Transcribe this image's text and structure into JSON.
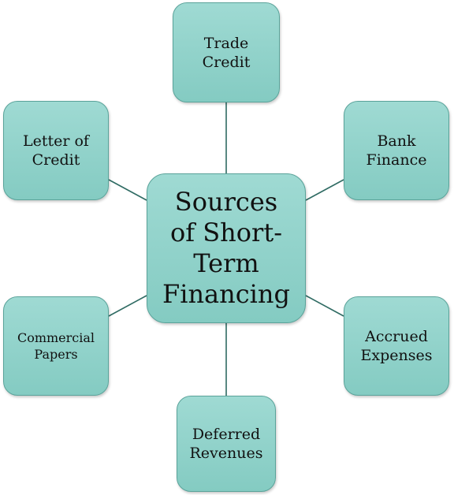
{
  "diagram": {
    "center": "Sources\nof Short-\nTerm\nFinancing",
    "nodes": {
      "trade_credit": "Trade\nCredit",
      "bank_finance": "Bank\nFinance",
      "accrued_expenses": "Accrued\nExpenses",
      "deferred_revenues": "Deferred\nRevenues",
      "commercial_papers": "Commercial\nPapers",
      "letter_of_credit": "Letter of\nCredit"
    }
  },
  "colors": {
    "box_fill": "#8fd1c8",
    "box_border": "#5aa39a",
    "connector": "#2f6b63"
  }
}
